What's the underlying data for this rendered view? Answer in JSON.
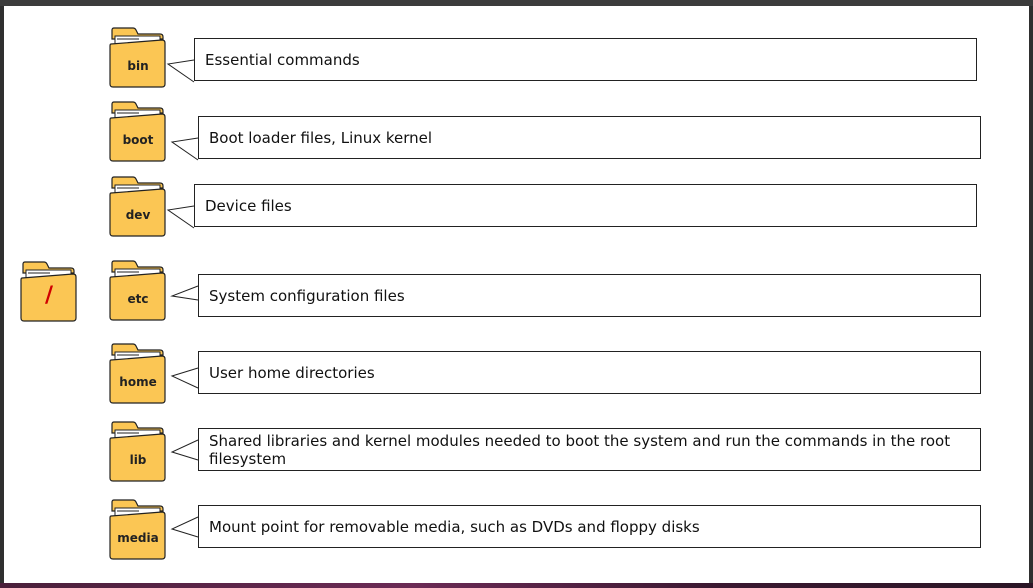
{
  "root": {
    "label": "/"
  },
  "directories": [
    {
      "name": "bin",
      "description": "Essential commands"
    },
    {
      "name": "boot",
      "description": "Boot loader files, Linux kernel"
    },
    {
      "name": "dev",
      "description": "Device files"
    },
    {
      "name": "etc",
      "description": "System configuration files"
    },
    {
      "name": "home",
      "description": "User home directories"
    },
    {
      "name": "lib",
      "description": "Shared libraries and kernel modules needed to boot the system and run the commands in the root filesystem"
    },
    {
      "name": "media",
      "description": "Mount point for removable media, such as DVDs and floppy disks"
    }
  ],
  "colors": {
    "folder_fill": "#FBC654",
    "folder_stroke": "#B07A10",
    "root_text": "#D00000"
  }
}
